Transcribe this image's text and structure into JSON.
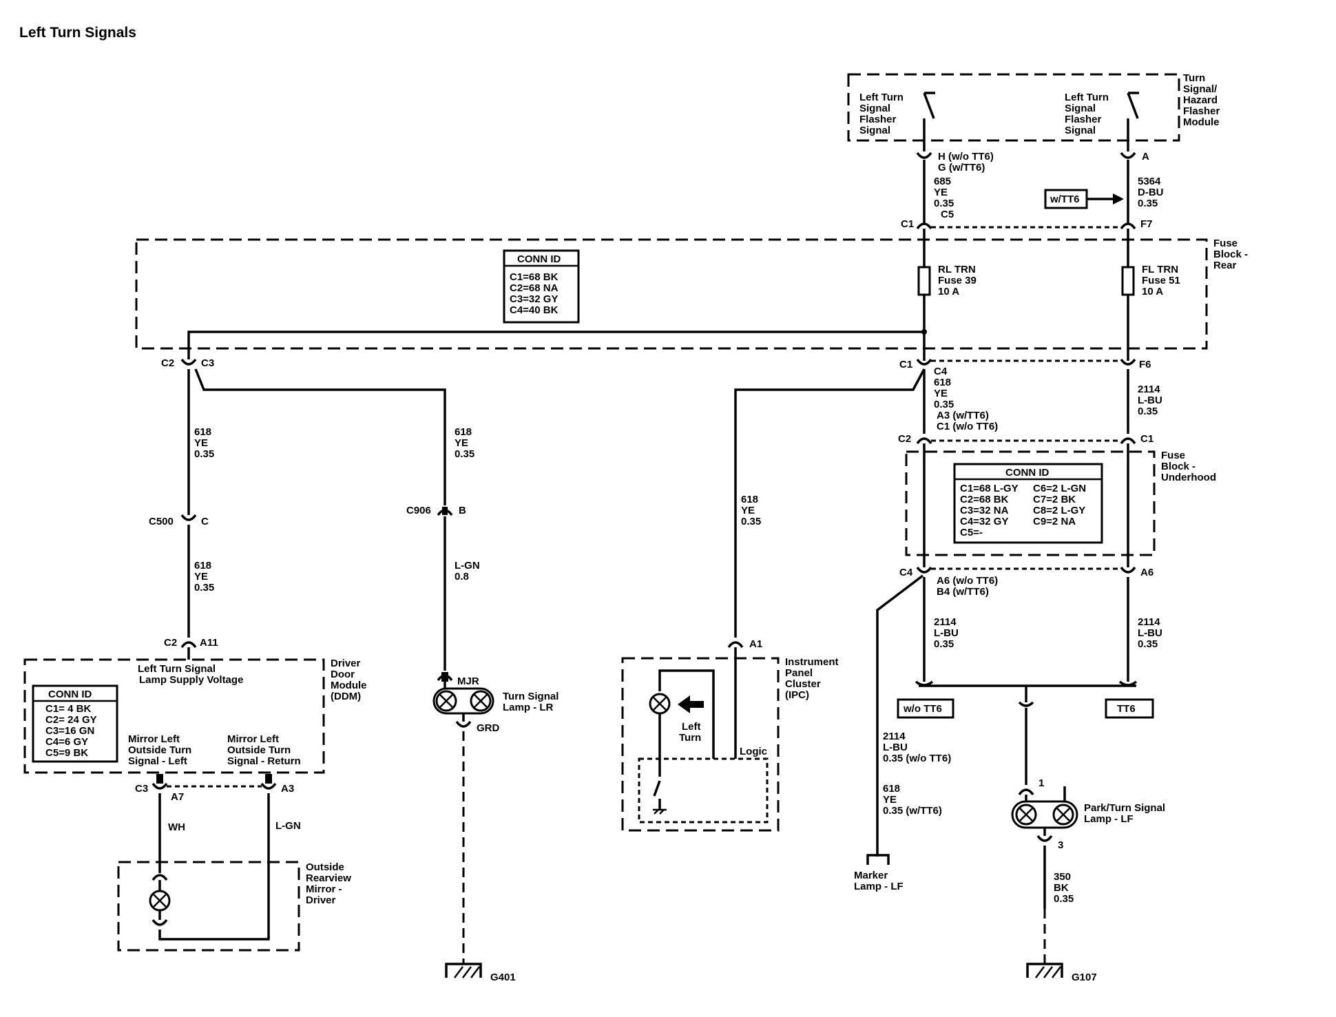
{
  "title": "Left Turn Signals",
  "flasher": {
    "module_label": [
      "Turn",
      "Signal/",
      "Hazard",
      "Flasher",
      "Module"
    ],
    "left_switch": [
      "Left Turn",
      "Signal",
      "Flasher",
      "Signal"
    ],
    "right_switch": [
      "Left Turn",
      "Signal",
      "Flasher",
      "Signal"
    ],
    "pin_left": [
      "H (w/o TT6)",
      "G (w/TT6)"
    ],
    "pin_right": "A",
    "wire_left": [
      "685",
      "YE",
      "0.35",
      "C5"
    ],
    "wire_right": [
      "5364",
      "D-BU",
      "0.35"
    ],
    "tt6_tag": "w/TT6"
  },
  "fuse_rear": {
    "label": [
      "Fuse",
      "Block -",
      "Rear"
    ],
    "conn_title": "CONN ID",
    "conn_rows": [
      "C1=68 BK",
      "C2=68 NA",
      "C3=32 GY",
      "C4=40 BK"
    ],
    "c1_top": "C1",
    "f7": "F7",
    "fuse_left": [
      "RL TRN",
      "Fuse 39",
      "10 A"
    ],
    "fuse_right": [
      "FL TRN",
      "Fuse 51",
      "10 A"
    ],
    "c2": "C2",
    "c3": "C3",
    "c1_bottom": "C1",
    "c4": "C4",
    "f6": "F6"
  },
  "wires": {
    "w618_right": [
      "618",
      "YE",
      "0.35",
      "A3 (w/TT6)",
      "C1 (w/o TT6)"
    ],
    "w2114_f6": [
      "2114",
      "L-BU",
      "0.35"
    ],
    "w618_left1": [
      "618",
      "YE",
      "0.35"
    ],
    "w618_mid": [
      "618",
      "YE",
      "0.35"
    ],
    "w618_ipc": [
      "618",
      "YE",
      "0.35"
    ],
    "lgn": [
      "L-GN",
      "0.8"
    ],
    "w618_left2": [
      "618",
      "YE",
      "0.35"
    ]
  },
  "connectors": {
    "c500": "C500",
    "c500_pin": "C",
    "c906": "C906",
    "c906_pin": "B",
    "c2_a11": "C2",
    "a11": "A11",
    "mjr": "MJR",
    "grd": "GRD",
    "a1": "A1",
    "c3_ddm": "C3",
    "a7": "A7",
    "a3": "A3"
  },
  "fuse_underhood": {
    "label": [
      "Fuse",
      "Block -",
      "Underhood"
    ],
    "conn_title": "CONN ID",
    "conn_left": [
      "C1=68 L-GY",
      "C2=68 BK",
      "C3=32 NA",
      "C4=32 GY",
      "C5=-"
    ],
    "conn_right": [
      "C6=2 L-GN",
      "C7=2 BK",
      "C8=2 L-GY",
      "C9=2 NA"
    ],
    "c2": "C2",
    "c1": "C1",
    "c4": "C4",
    "a6": "A6",
    "pin_c4": [
      "A6 (w/o TT6)",
      "B4 (w/TT6)"
    ],
    "w2114_a": [
      "2114",
      "L-BU",
      "0.35"
    ],
    "w2114_b": [
      "2114",
      "L-BU",
      "0.35"
    ]
  },
  "options": {
    "wo_tt6": "w/o TT6",
    "tt6": "TT6"
  },
  "marker": {
    "wire1": [
      "2114",
      "L-BU",
      "0.35 (w/o TT6)"
    ],
    "wire2": [
      "618",
      "YE",
      "0.35 (w/TT6)"
    ],
    "label": [
      "Marker",
      "Lamp - LF"
    ]
  },
  "park_lamp": {
    "pin1": "1",
    "pin3": "3",
    "label": [
      "Park/Turn Signal",
      "Lamp - LF"
    ],
    "wire": [
      "350",
      "BK",
      "0.35"
    ],
    "ground": "G107"
  },
  "ddm": {
    "label": [
      "Driver",
      "Door",
      "Module",
      "(DDM)"
    ],
    "supply": [
      "Left Turn Signal",
      "Lamp Supply Voltage"
    ],
    "conn_title": "CONN ID",
    "conn_rows": [
      "C1= 4 BK",
      "C2= 24 GY",
      "C3=16 GN",
      "C4=6 GY",
      "C5=9 BK"
    ],
    "mirror_left": [
      "Mirror Left",
      "Outside Turn",
      "Signal - Left"
    ],
    "mirror_return": [
      "Mirror Left",
      "Outside Turn",
      "Signal - Return"
    ]
  },
  "mirror": {
    "wh": "WH",
    "lgn": "L-GN",
    "label": [
      "Outside",
      "Rearview",
      "Mirror -",
      "Driver"
    ]
  },
  "lr_lamp": {
    "label": [
      "Turn Signal",
      "Lamp - LR"
    ],
    "ground": "G401"
  },
  "ipc": {
    "label": [
      "Instrument",
      "Panel",
      "Cluster",
      "(IPC)"
    ],
    "left_turn": [
      "Left",
      "Turn"
    ],
    "logic": "Logic"
  }
}
